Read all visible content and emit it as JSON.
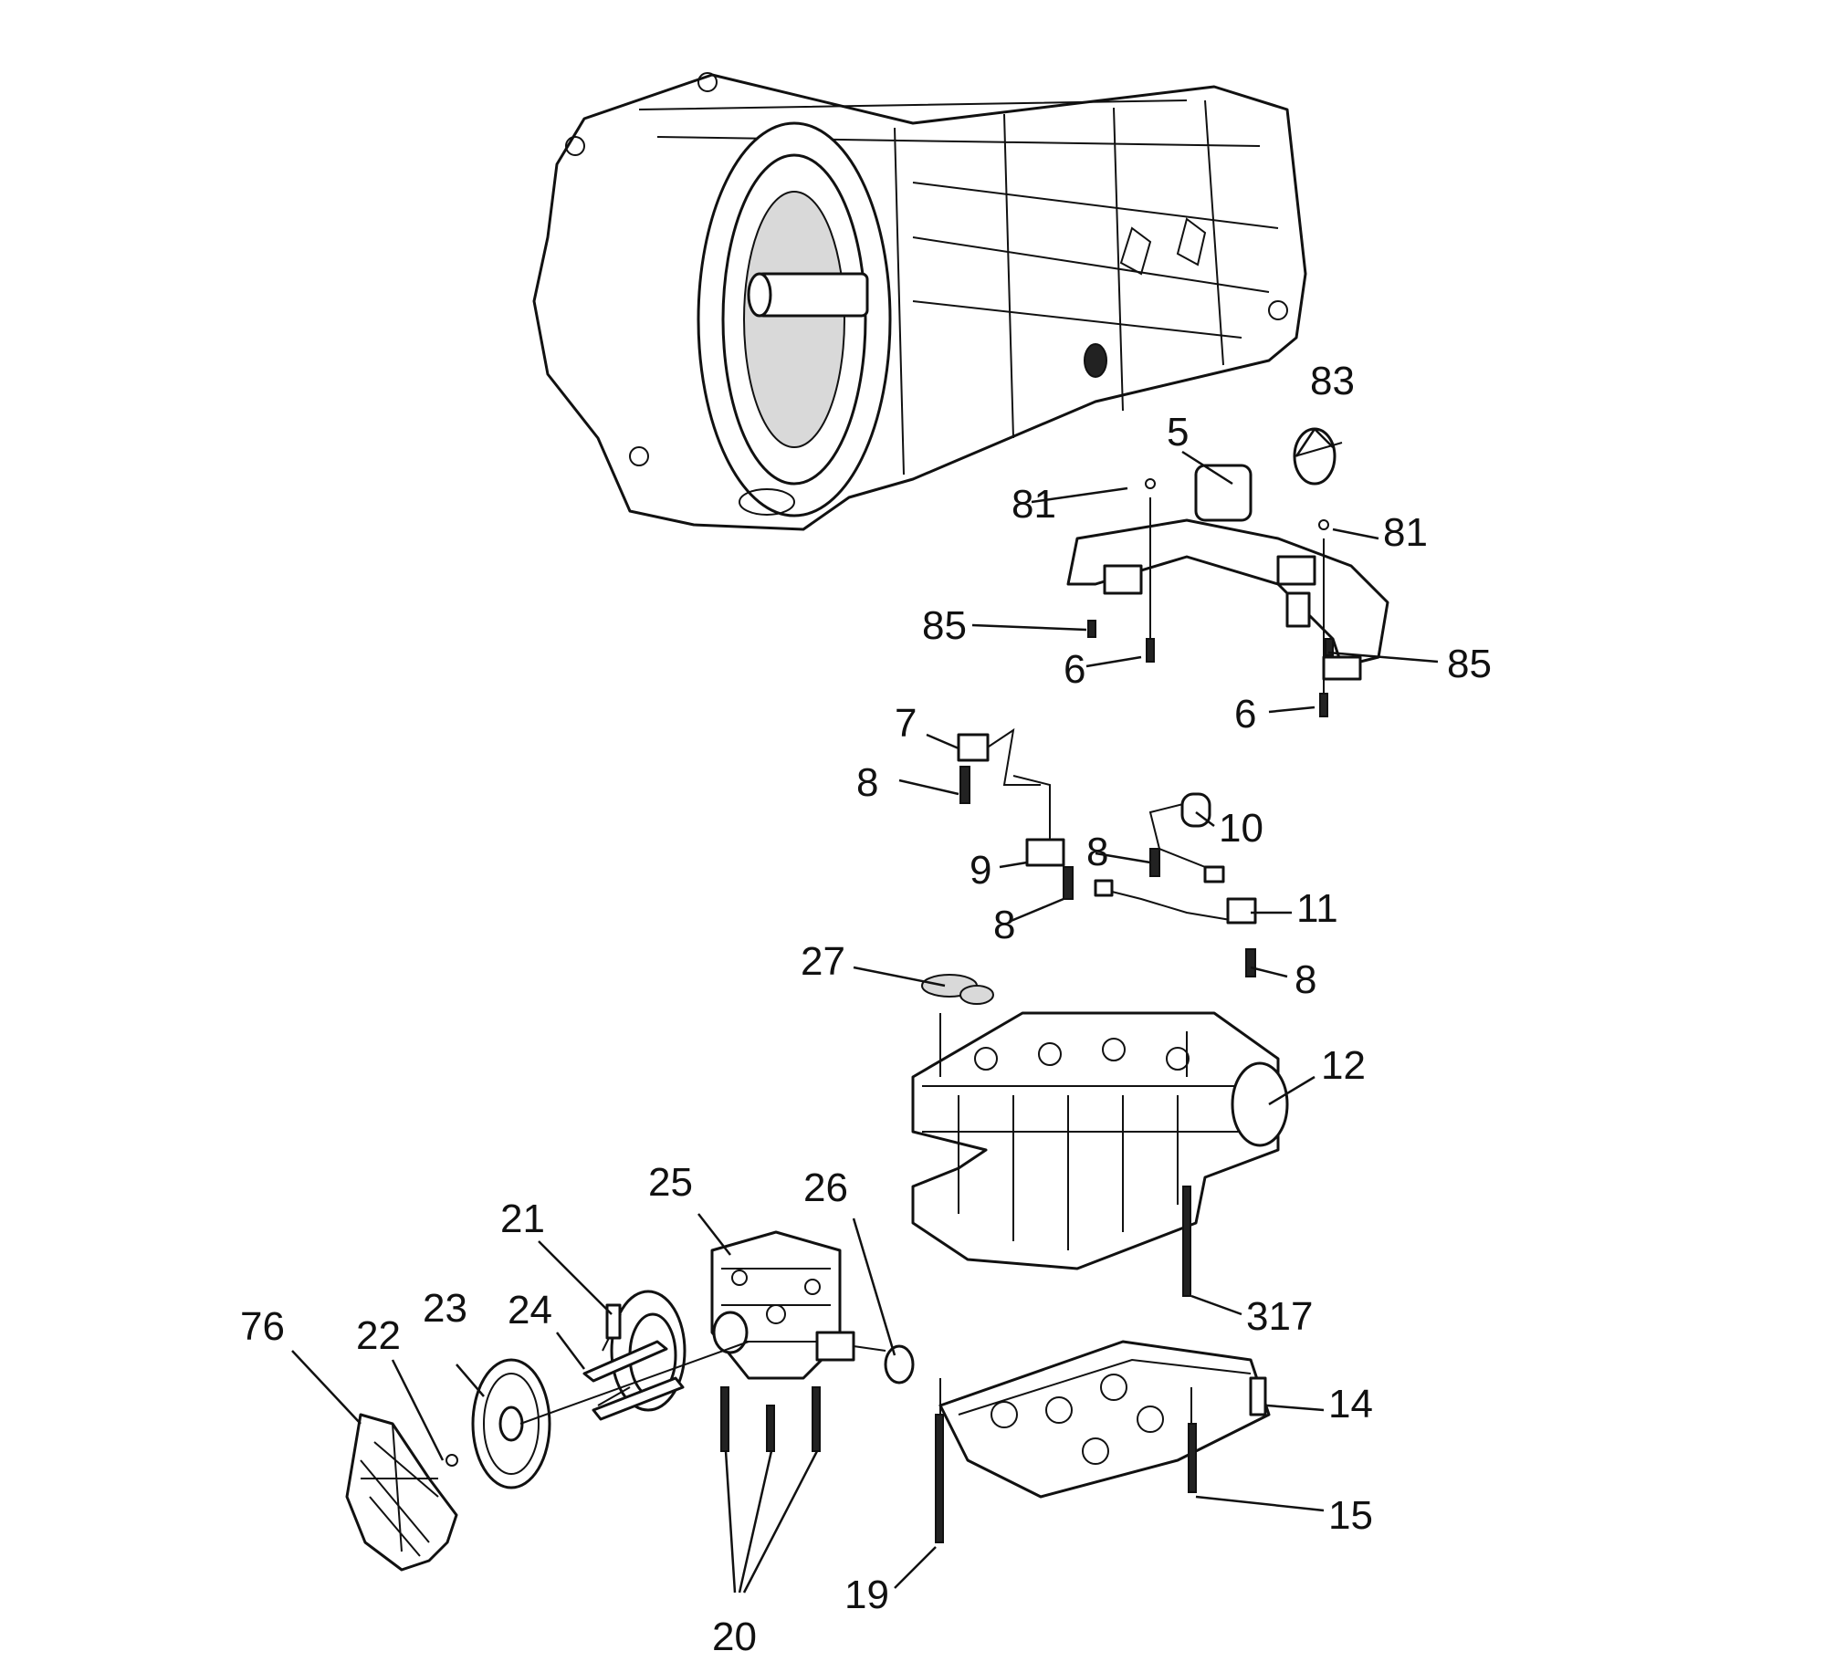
{
  "diagram": {
    "callouts": [
      "83",
      "5",
      "81",
      "81",
      "85",
      "85",
      "6",
      "6",
      "7",
      "8",
      "10",
      "8",
      "9",
      "8",
      "11",
      "8",
      "27",
      "12",
      "25",
      "26",
      "21",
      "317",
      "76",
      "22",
      "23",
      "24",
      "14",
      "15",
      "19",
      "20"
    ]
  }
}
